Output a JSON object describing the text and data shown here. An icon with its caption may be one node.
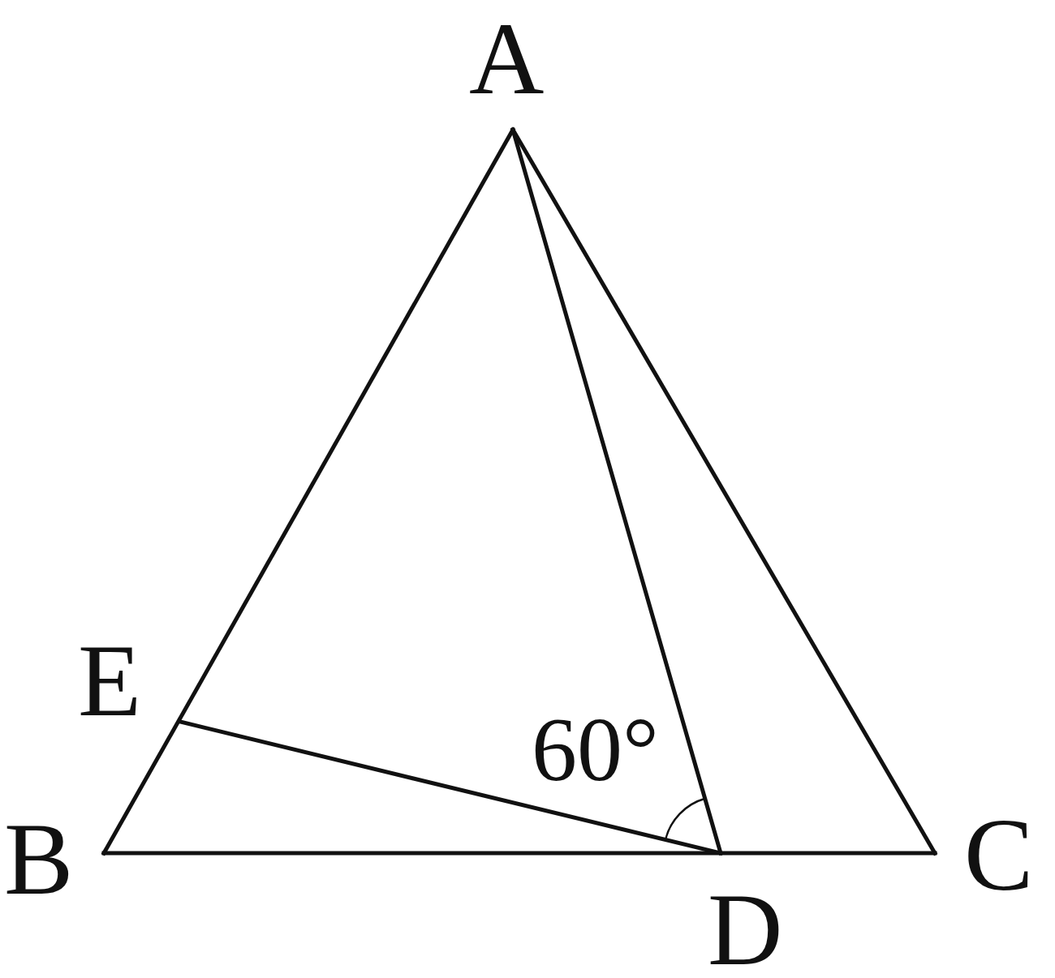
{
  "diagram": {
    "nodes": [
      {
        "text": [
          "A"
        ]
      },
      {
        "text": [
          "E"
        ]
      },
      {
        "text": [
          "B"
        ]
      },
      {
        "text": [
          "C"
        ]
      },
      {
        "text": [
          "D"
        ]
      }
    ],
    "edges": [
      {
        "from": 0,
        "to": 2,
        "arrow": "none"
      },
      {
        "from": 0,
        "to": 3,
        "arrow": "none"
      },
      {
        "from": 2,
        "to": 3,
        "arrow": "none"
      },
      {
        "from": 0,
        "to": 4,
        "arrow": "none"
      },
      {
        "from": 1,
        "to": 4,
        "arrow": "none"
      }
    ],
    "labels": [
      "60°"
    ]
  }
}
